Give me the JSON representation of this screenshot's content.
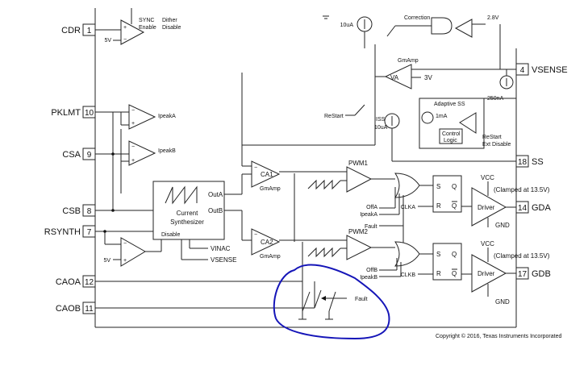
{
  "pins": {
    "cdr": {
      "name": "CDR",
      "num": "1"
    },
    "pklmt": {
      "name": "PKLMT",
      "num": "10"
    },
    "csa": {
      "name": "CSA",
      "num": "9"
    },
    "csb": {
      "name": "CSB",
      "num": "8"
    },
    "rsynth": {
      "name": "RSYNTH",
      "num": "7"
    },
    "caoa": {
      "name": "CAOA",
      "num": "12"
    },
    "caob": {
      "name": "CAOB",
      "num": "11"
    },
    "vsense": {
      "name": "VSENSE",
      "num": "4"
    },
    "ss": {
      "name": "SS",
      "num": "18"
    },
    "gda": {
      "name": "GDA",
      "num": "14"
    },
    "gdb": {
      "name": "GDB",
      "num": "17"
    }
  },
  "labels": {
    "sync_enable": "SYNC",
    "enable": "Enable",
    "dither": "Dither",
    "disable": "Disable",
    "five_v_top": "5V",
    "ipeak_a": "IpeakA",
    "ipeak_b": "IpeakB",
    "five_v_bottom": "5V",
    "cs_title": "Current",
    "cs_title2": "Synthesizer",
    "cs_disable": "Disable",
    "outa": "OutA",
    "outb": "OutB",
    "vinac": "VINAC",
    "vsense_in": "VSENSE",
    "ca1": "CA1",
    "ca2": "CA2",
    "gmamp1": "GmAmp",
    "gmamp2": "GmAmp",
    "gmamp_va": "GmAmp",
    "va": "VA",
    "three_v": "3V",
    "ten_ua_top": "10uA",
    "correction": "Correction",
    "two_eight_v": "2.8V",
    "two_fifty_na": "250nA",
    "adaptive_ss": "Adaptive SS",
    "one_ma": "1mA",
    "control": "Control",
    "logic": "Logic",
    "restart_ext": "ReStart",
    "ext_disable": "Ext Disable",
    "restart_left": "ReStart",
    "iss": "ISS",
    "ten_ua_iss": "10uA",
    "pwm1": "PWM1",
    "pwm2": "PWM2",
    "offa": "OffA",
    "ipeaka_in": "IpeakA",
    "fault_mid": "Fault",
    "offb": "OffB",
    "ipeakb_in": "IpeakB",
    "clka": "CLKA",
    "clkb": "CLKB",
    "s1": "S",
    "q1": "Q",
    "r1": "R",
    "qbar1": "Q",
    "s2": "S",
    "q2": "Q",
    "r2": "R",
    "qbar2": "Q",
    "driver1": "Driver",
    "driver2": "Driver",
    "vcc1": "VCC",
    "vcc2": "VCC",
    "clamp1": "(Clamped at 13.5V)",
    "clamp2": "(Clamped at 13.5V)",
    "gnd1": "GND",
    "gnd2": "GND",
    "fault_bottom": "Fault",
    "copyright": "Copyright © 2016, Texas Instruments Incorporated"
  },
  "colors": {
    "line": "#222222",
    "annotation": "#1515b8"
  }
}
